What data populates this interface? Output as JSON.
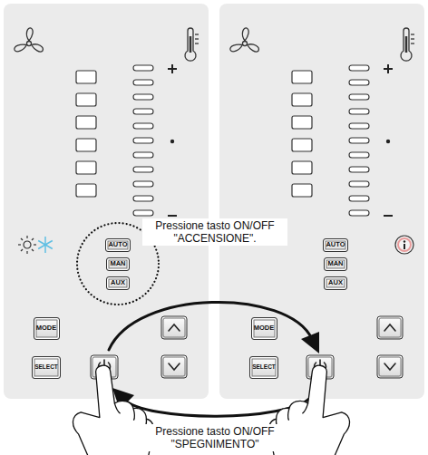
{
  "diagram": {
    "nodes": [
      {
        "text": [
          "AUTO"
        ]
      },
      {
        "text": [
          "MAN"
        ]
      },
      {
        "text": [
          "AUX"
        ]
      },
      {
        "text": [
          "MODE"
        ]
      },
      {
        "text": [
          "SELECT"
        ]
      },
      {
        "text": [
          "AUTO"
        ]
      },
      {
        "text": [
          "MAN"
        ]
      },
      {
        "text": [
          "AUX"
        ]
      },
      {
        "text": [
          "MODE"
        ]
      },
      {
        "text": [
          "SELECT"
        ]
      }
    ],
    "labels": [
      "Pressione tasto ON/OFF \"ACCENSIONE\".",
      "Pressione tasto ON/OFF \"SPEGNIMENTO\""
    ]
  }
}
